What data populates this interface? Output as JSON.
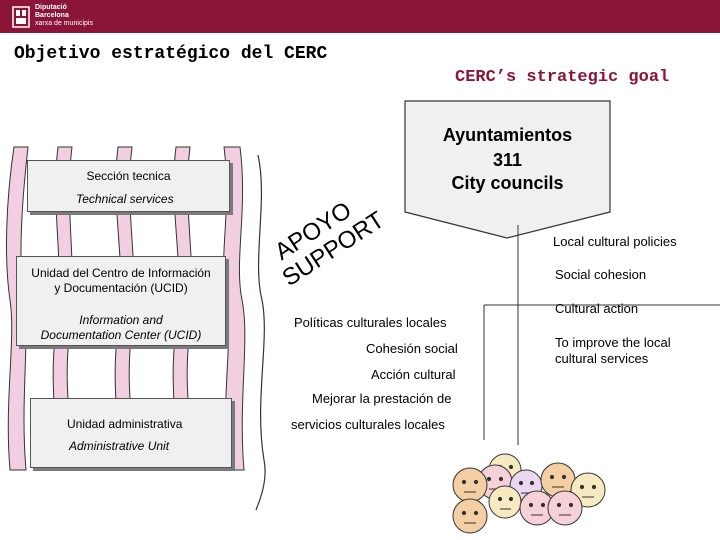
{
  "header": {
    "logo_lines": [
      "Diputació",
      "Barcelona",
      "xarxa de municipis"
    ]
  },
  "titles": {
    "spanish": "Objetivo estratégico del CERC",
    "english": "CERC’s  strategic goal"
  },
  "boxes": {
    "technical": {
      "es": "Sección tecnica",
      "en": "Technical services"
    },
    "ucid": {
      "es_line1": "Unidad del Centro de  Información",
      "es_line2": "y Documentación (UCID)",
      "en_line1": "Information and",
      "en_line2": "Documentation Center (UCID)"
    },
    "admin": {
      "es": "Unidad administrativa",
      "en": "Administrative Unit"
    }
  },
  "support": {
    "es": [
      "A",
      "P",
      "O",
      "Y",
      "O"
    ],
    "en": [
      "S",
      "U",
      "P",
      "P",
      "O",
      "R",
      "T"
    ]
  },
  "councils": {
    "line1": "Ayuntamientos",
    "line2": "311",
    "line3": "City councils"
  },
  "goals_es": {
    "item1": "Políticas culturales locales",
    "item2": "Cohesión social",
    "item3": "Acción cultural",
    "item4_line1": "Mejorar la prestación de",
    "item4_line2": "servicios culturales locales"
  },
  "goals_en": {
    "item1": "Local cultural policies",
    "item2": "Social cohesion",
    "item3": "Cultural action",
    "item4_line1": "To improve the local",
    "item4_line2": "cultural services"
  },
  "colors": {
    "header": "#8a1538",
    "pink": "#f2cfe0",
    "box": "#f0f0f0"
  }
}
